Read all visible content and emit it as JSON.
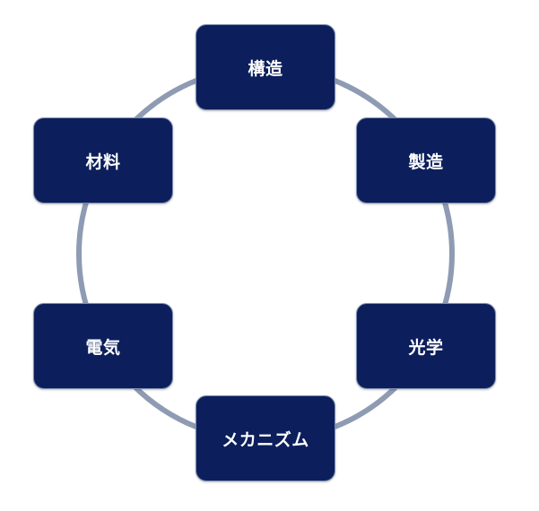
{
  "diagram": {
    "type": "cycle",
    "nodes": [
      {
        "id": "structure",
        "label": "構造"
      },
      {
        "id": "manufacturing",
        "label": "製造"
      },
      {
        "id": "optics",
        "label": "光学"
      },
      {
        "id": "mechanism",
        "label": "メカニズム"
      },
      {
        "id": "electricity",
        "label": "電気"
      },
      {
        "id": "material",
        "label": "材料"
      }
    ],
    "colors": {
      "node_fill": "#0c1f5c",
      "node_border": "#7f8fb0",
      "ring": "#8e9bb3",
      "text": "#ffffff"
    }
  }
}
